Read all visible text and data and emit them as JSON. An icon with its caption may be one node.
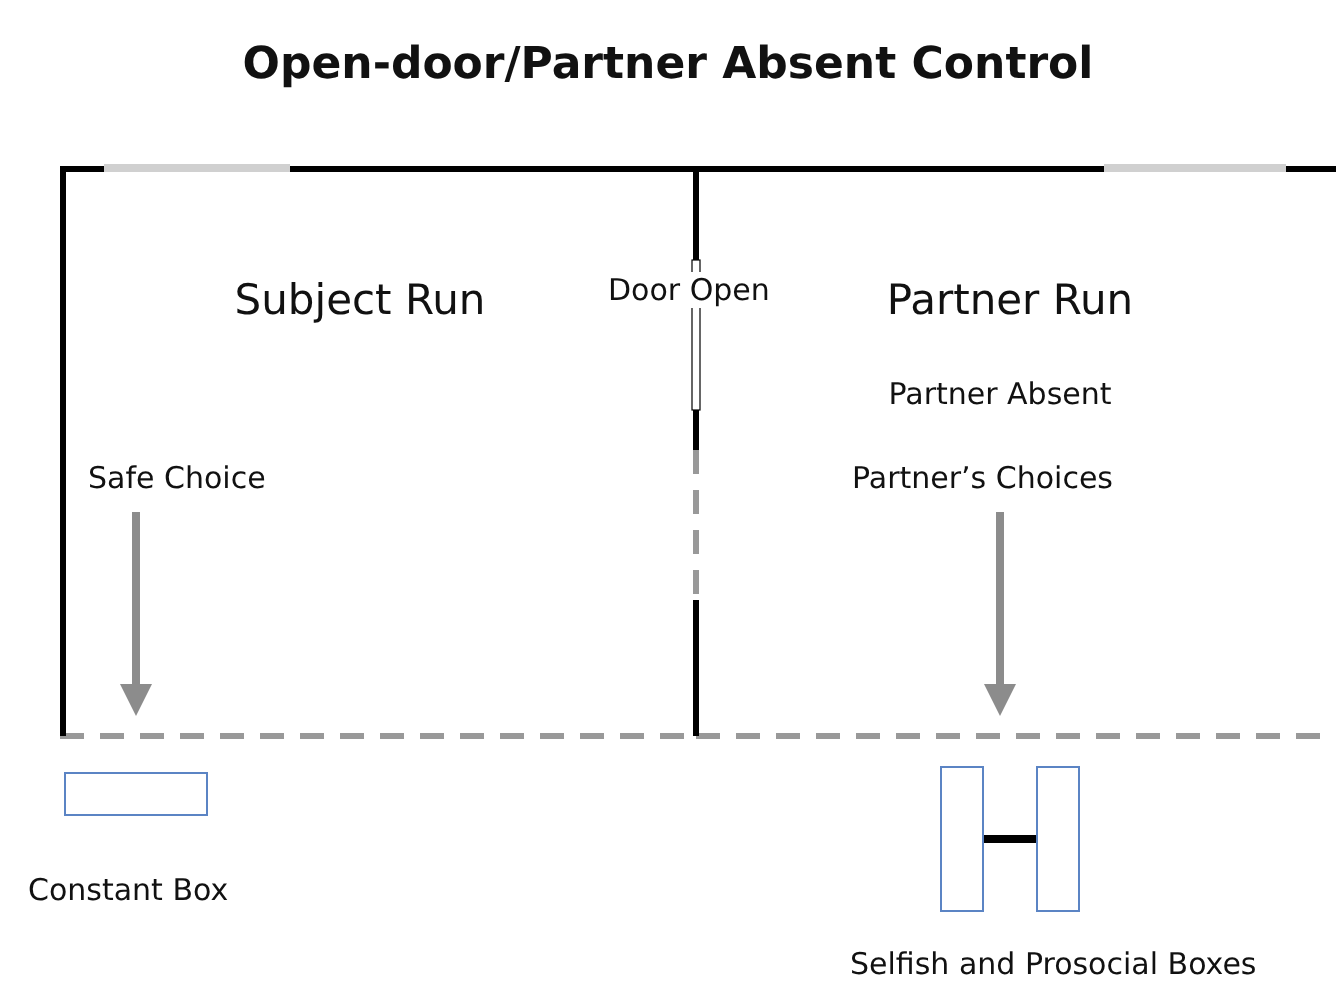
{
  "diagram": {
    "title": "Open-door/Partner Absent Control",
    "nodes": [
      {
        "text": [
          "Subject Run"
        ]
      },
      {
        "text": [
          "Safe Choice"
        ],
        "in": 0
      },
      {
        "text": [
          "Partner Run",
          "Partner Absent"
        ]
      },
      {
        "text": [
          "Partner’s Choices"
        ],
        "in": 2
      },
      {
        "text": [
          "Constant Box"
        ]
      },
      {
        "text": [],
        "shape": "box"
      },
      {
        "text": [],
        "shape": "box"
      }
    ],
    "edges": [
      {
        "from": 1,
        "to": null,
        "arrow": "to"
      },
      {
        "from": 3,
        "to": null,
        "arrow": "to"
      },
      {
        "from": 5,
        "to": 6,
        "arrow": "none",
        "color": "#000000"
      }
    ],
    "labels": [
      "Door Open",
      "Selfish and Prosocial Boxes"
    ]
  }
}
